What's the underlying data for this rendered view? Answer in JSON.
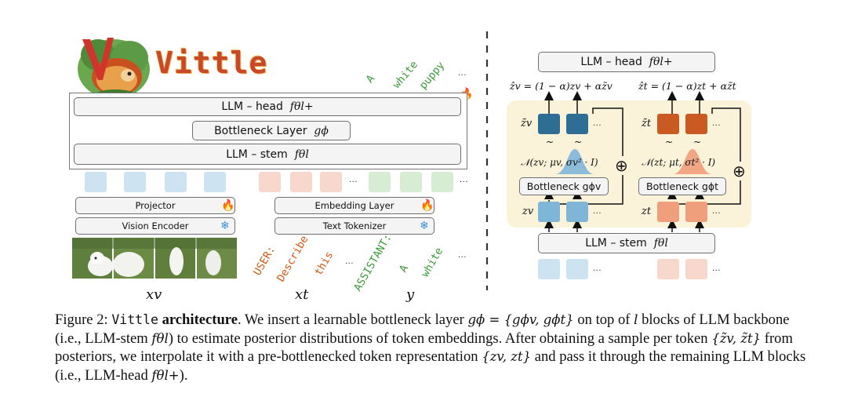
{
  "logo": {
    "title": "Vittle"
  },
  "left": {
    "llm_head": "LLM – head",
    "llm_head_math": "fθl+",
    "bottleneck": "Bottleneck Layer",
    "bottleneck_math": "gϕ",
    "llm_stem": "LLM – stem",
    "llm_stem_math": "fθl",
    "projector": "Projector",
    "vision_encoder": "Vision Encoder",
    "embedding_layer": "Embedding Layer",
    "text_tokenizer": "Text Tokenizer",
    "text_tokens": [
      "USER:",
      "Describe",
      "this"
    ],
    "answer_tokens": [
      "ASSISTANT:",
      "A",
      "white"
    ],
    "output_tokens": [
      "A",
      "white",
      "puppy"
    ],
    "dots": "...",
    "label_xv": "xv",
    "label_xt": "xt",
    "label_y": "y"
  },
  "right": {
    "llm_head": "LLM – head",
    "llm_head_math": "fθl+",
    "formula_v": "ẑv = (1 − α)zv + αz̃v",
    "formula_t": "ẑt = (1 − α)zt + αz̃t",
    "zv_tilde": "z̃v",
    "zt_tilde": "z̃t",
    "tilde": "~",
    "normal_v": "𝒩(zv; μv, σv² · I)",
    "normal_t": "𝒩(zt; μt, σt² · I)",
    "bottleneck_v": "Bottleneck gϕv",
    "bottleneck_t": "Bottleneck gϕt",
    "zv": "zv",
    "zt": "zt",
    "llm_stem": "LLM – stem",
    "llm_stem_math": "fθl",
    "dots": "...",
    "plus": "⊕"
  },
  "caption": {
    "fig": "Figure 2:",
    "name": "Vittle",
    "bold": "architecture",
    "s1": ". We insert a learnable bottleneck layer",
    "m1": "gϕ = {gϕv, gϕt}",
    "s2": "on top of",
    "m2": "l",
    "s3": "blocks of LLM backbone (i.e., LLM-stem",
    "m3": "fθl",
    "s4": ") to estimate posterior distributions of token embeddings. After obtaining a sample per token",
    "m4": "{z̃v, z̃t}",
    "s5": "from posteriors, we interpolate it with a pre-bottlenecked token representation",
    "m5": "{zv, zt}",
    "s6": "and pass it through the remaining LLM blocks (i.e., LLM-head",
    "m6": "fθl+",
    "s7": ")."
  },
  "colors": {
    "blue_light": "#cde3f1",
    "blue_mid": "#7fb6d8",
    "blue_dark": "#2e6e95",
    "pink_light": "#f8d8cc",
    "orange_mid": "#ef9f7c",
    "orange_dark": "#c85a22",
    "green_light": "#d6ecd3",
    "green_text": "#3c9c3a",
    "orange_text": "#d25b14",
    "panel_bg": "#faf3da"
  }
}
